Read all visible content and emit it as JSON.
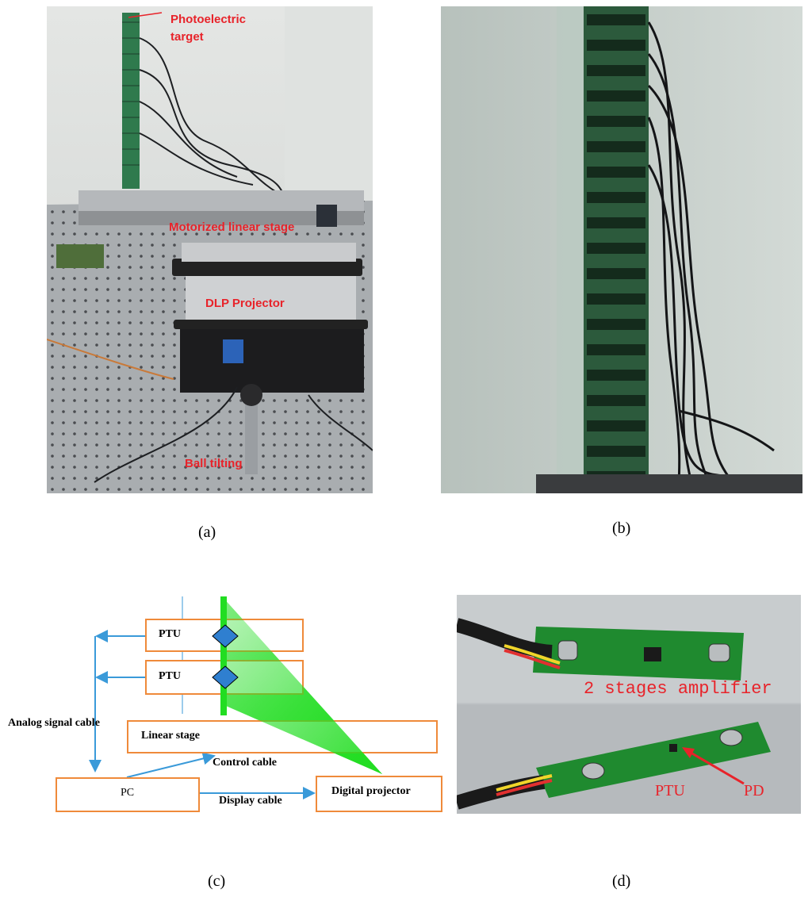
{
  "panel_a": {
    "labels": {
      "photoelectric_target": "Photoelectric\ntarget",
      "motorized_linear_stage": "Motorized linear stage",
      "dlp_projector": "DLP Projector",
      "ball_tilting": "Ball tilting"
    },
    "caption": "(a)"
  },
  "panel_b": {
    "caption": "(b)"
  },
  "panel_c": {
    "ptu_label_1": "PTU",
    "ptu_label_2": "PTU",
    "linear_stage_label": "Linear stage",
    "analog_signal_cable": "Analog signal cable",
    "control_cable": "Control cable",
    "pc_label": "PC",
    "display_cable": "Display cable",
    "digital_projector": "Digital projector",
    "caption": "(c)",
    "colors": {
      "box_border": "#ef8a3a",
      "arrow": "#3a9ad9",
      "beam": "#22dd22"
    }
  },
  "panel_d": {
    "amplifier_label": "2 stages amplifier",
    "ptu_label": "PTU",
    "pd_label": "PD",
    "caption": "(d)"
  }
}
